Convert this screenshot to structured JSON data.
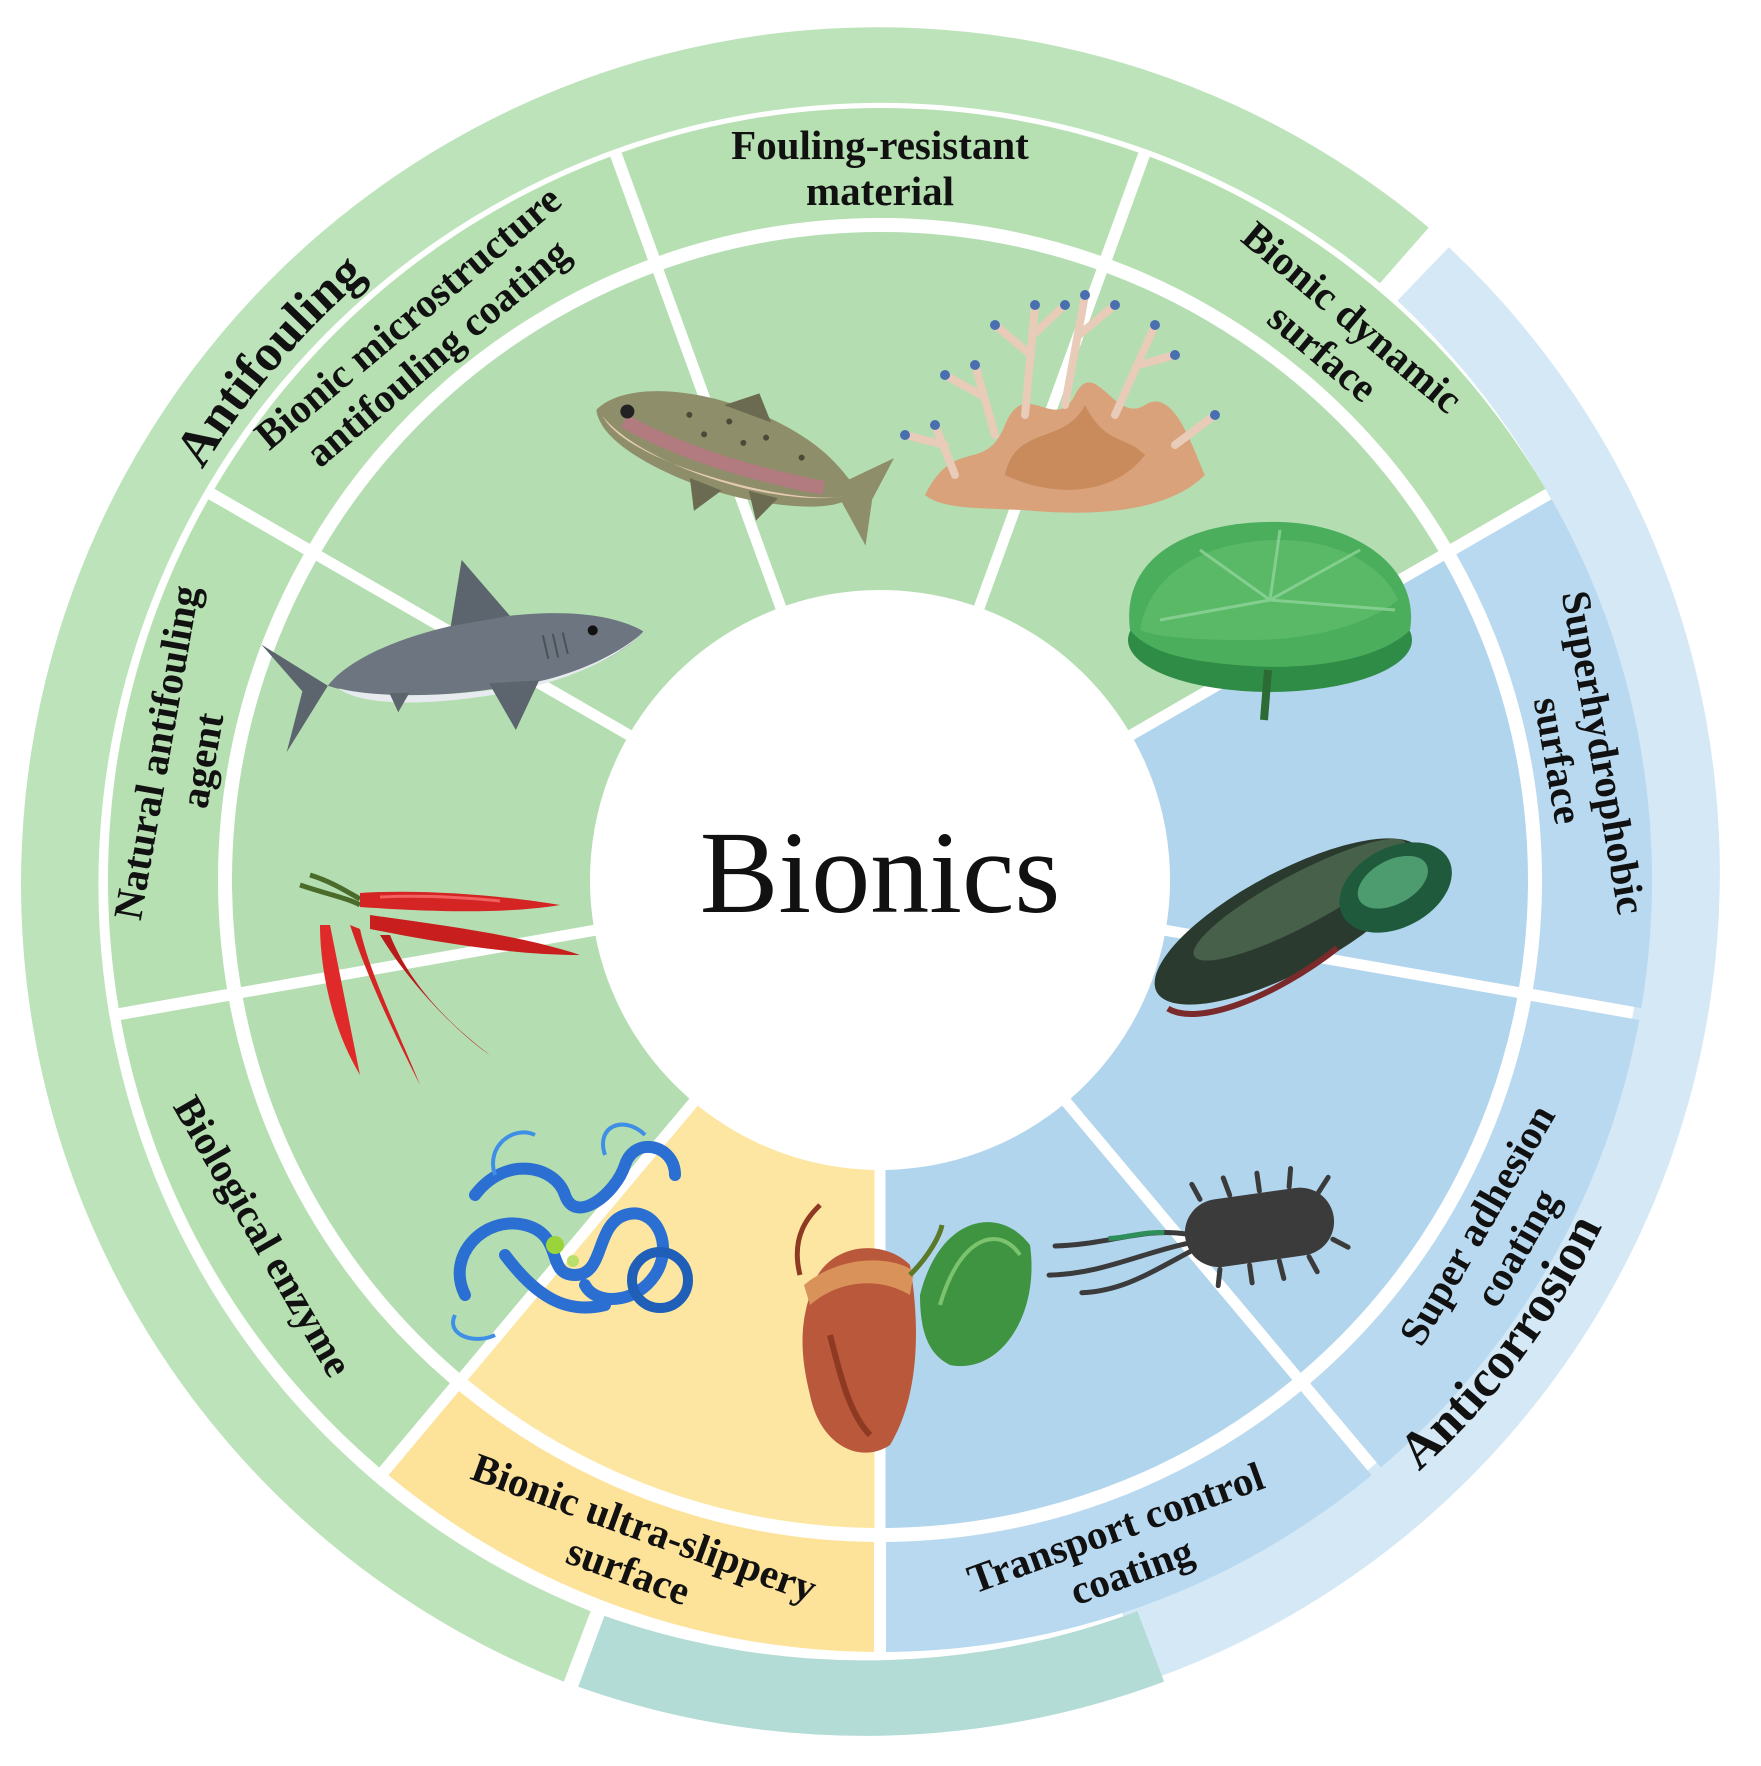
{
  "center": {
    "title": "Bionics"
  },
  "colors": {
    "antifouling_outer": "#bde3bb",
    "antifouling_mid": "#b6e0b2",
    "antifouling_inner": "#b4deb1",
    "anticorrosion_outer": "#d4e8f6",
    "anticorrosion_mid": "#b8d9f0",
    "anticorrosion_inner": "#b2d5ee",
    "slippery_mid": "#fde39a",
    "slippery_inner": "#fde6a2",
    "overlap_outer": "#b3dcd6",
    "gap": "#ffffff"
  },
  "categories": {
    "antifouling": {
      "label": "Antifouling"
    },
    "anticorrosion": {
      "label": "Anticorrosion"
    }
  },
  "segments": [
    {
      "id": "fouling-resistant",
      "group": "antifouling",
      "lines": [
        "Fouling-resistant",
        "material"
      ],
      "image": "trout-icon"
    },
    {
      "id": "bionic-dynamic",
      "group": "antifouling",
      "lines": [
        "Bionic dynamic",
        "surface"
      ],
      "image": "coral-icon"
    },
    {
      "id": "superhydrophobic",
      "group": "anticorrosion",
      "lines": [
        "Superhydrophobic",
        "surface"
      ],
      "image": "lotus-leaf-icon"
    },
    {
      "id": "super-adhesion",
      "group": "anticorrosion",
      "lines": [
        "Super adhesion",
        "coating"
      ],
      "image": "mussel-icon"
    },
    {
      "id": "transport-control",
      "group": "anticorrosion",
      "lines": [
        "Transport control",
        "coating"
      ],
      "image": "bacterium-icon"
    },
    {
      "id": "ultra-slippery",
      "group": "slippery",
      "lines": [
        "Bionic ultra-slippery",
        "surface"
      ],
      "image": "pitcher-plant-icon"
    },
    {
      "id": "biological-enzyme",
      "group": "antifouling",
      "lines": [
        "Biological enzyme"
      ],
      "image": "protein-icon"
    },
    {
      "id": "natural-agent",
      "group": "antifouling",
      "lines": [
        "Natural antifouling",
        "agent"
      ],
      "image": "chili-pepper-icon"
    },
    {
      "id": "microstructure",
      "group": "antifouling",
      "lines": [
        "Bionic microstructure",
        "antifouling coating"
      ],
      "image": "shark-icon"
    }
  ]
}
